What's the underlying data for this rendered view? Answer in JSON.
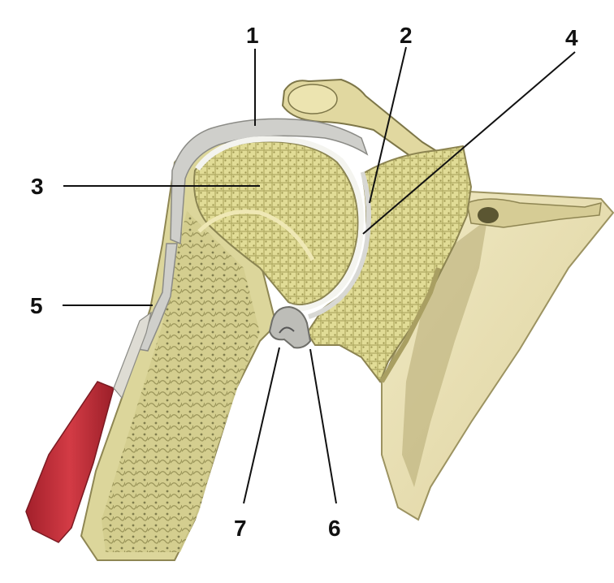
{
  "figure": {
    "subject": "shoulder-joint-coronal-section",
    "labels": [
      {
        "id": "label-1",
        "text": "1"
      },
      {
        "id": "label-2",
        "text": "2"
      },
      {
        "id": "label-3",
        "text": "3"
      },
      {
        "id": "label-4",
        "text": "4"
      },
      {
        "id": "label-5",
        "text": "5"
      },
      {
        "id": "label-6",
        "text": "6"
      },
      {
        "id": "label-7",
        "text": "7"
      }
    ],
    "colors": {
      "bone_outer": "#d8d49a",
      "bone_inner": "#e3df9f",
      "cancellous": "#b6b066",
      "cartilage": "#eeeeea",
      "capsule": "#c9c9c6",
      "tendon": "#c02b35",
      "scapula_shadow": "#a39a5d"
    }
  }
}
